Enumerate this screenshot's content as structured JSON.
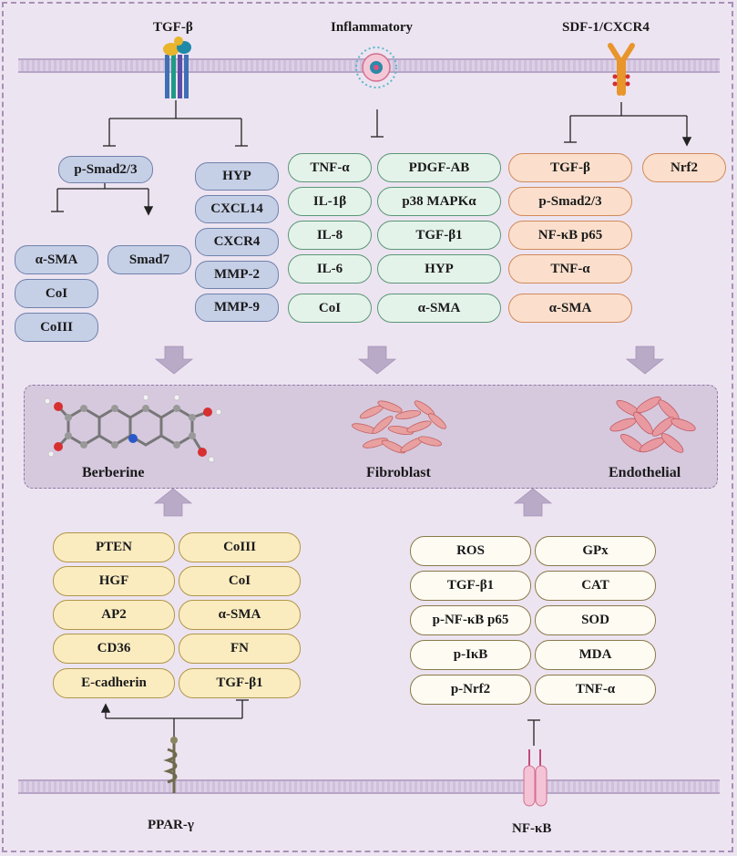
{
  "top_labels": {
    "tgf": "TGF-β",
    "inflammatory": "Inflammatory",
    "sdf": "SDF-1/CXCR4"
  },
  "tgf_branch": {
    "psmad": "p-Smad2/3",
    "left_list": [
      "α-SMA",
      "CoI",
      "CoIII"
    ],
    "smad7": "Smad7",
    "right_list": [
      "HYP",
      "CXCL14",
      "CXCR4",
      "MMP-2",
      "MMP-9"
    ]
  },
  "inflammatory_branch": {
    "left": [
      "TNF-α",
      "IL-1β",
      "IL-8",
      "IL-6",
      "CoI"
    ],
    "right": [
      "PDGF-AB",
      "p38 MAPKα",
      "TGF-β1",
      "HYP",
      "α-SMA"
    ]
  },
  "sdf_branch": {
    "list": [
      "TGF-β",
      "p-Smad2/3",
      "NF-κB p65",
      "TNF-α",
      "α-SMA"
    ],
    "nrf2": "Nrf2"
  },
  "center": {
    "berberine": "Berberine",
    "fibroblast": "Fibroblast",
    "endothelial": "Endothelial"
  },
  "ppar_branch": {
    "left": [
      "PTEN",
      "HGF",
      "AP2",
      "CD36",
      "E-cadherin"
    ],
    "right": [
      "CoIII",
      "CoI",
      "α-SMA",
      "FN",
      "TGF-β1"
    ],
    "label": "PPAR-γ"
  },
  "nfkb_branch": {
    "left": [
      "ROS",
      "TGF-β1",
      "p-NF-κB p65",
      "p-IκB",
      "p-Nrf2"
    ],
    "right": [
      "GPx",
      "CAT",
      "SOD",
      "MDA",
      "TNF-α"
    ],
    "label": "NF-κB"
  },
  "colors": {
    "background": "#ede4f1",
    "membrane": "#d8cae2",
    "blue": "#c5cfe6",
    "green": "#e4f3ea",
    "orange": "#fbdfcc",
    "yellow": "#fbecc0",
    "arrow": "#b9aac8"
  },
  "icons": [
    "tgf-receptor-icon",
    "inflammatory-cell-icon",
    "sdf-receptor-icon",
    "berberine-molecule-icon",
    "fibroblast-cells-icon",
    "endothelial-cells-icon",
    "ppar-receptor-icon",
    "nfkb-receptor-icon"
  ]
}
